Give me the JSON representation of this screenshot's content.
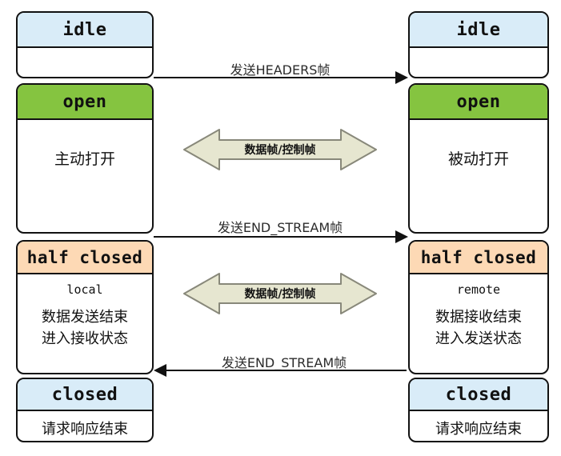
{
  "left": {
    "idle": {
      "title": "idle"
    },
    "open": {
      "title": "open",
      "body": "主动打开"
    },
    "half_closed": {
      "title": "half closed",
      "mode": "local",
      "line1": "数据发送结束",
      "line2": "进入接收状态"
    },
    "closed": {
      "title": "closed",
      "body": "请求响应结束"
    }
  },
  "right": {
    "idle": {
      "title": "idle"
    },
    "open": {
      "title": "open",
      "body": "被动打开"
    },
    "half_closed": {
      "title": "half closed",
      "mode": "remote",
      "line1": "数据接收结束",
      "line2": "进入发送状态"
    },
    "closed": {
      "title": "closed",
      "body": "请求响应结束"
    }
  },
  "arrows": {
    "send_headers": {
      "label": "发送HEADERS帧",
      "direction": "left-to-right"
    },
    "data_control_top": {
      "label": "数据帧/控制帧",
      "direction": "bidirectional"
    },
    "send_end_stream_top": {
      "label": "发送END_STREAM帧",
      "direction": "left-to-right"
    },
    "data_control_bottom": {
      "label": "数据帧/控制帧",
      "direction": "bidirectional"
    },
    "send_end_stream_bottom": {
      "label": "发送END_STREAM帧",
      "direction": "right-to-left"
    }
  },
  "colors": {
    "idle_closed_header": "#d9ecf8",
    "open_header": "#85c440",
    "half_closed_header": "#fdd9b5",
    "double_arrow_fill": "#e6e6d0",
    "double_arrow_stroke": "#88887a",
    "box_border": "#111111"
  }
}
